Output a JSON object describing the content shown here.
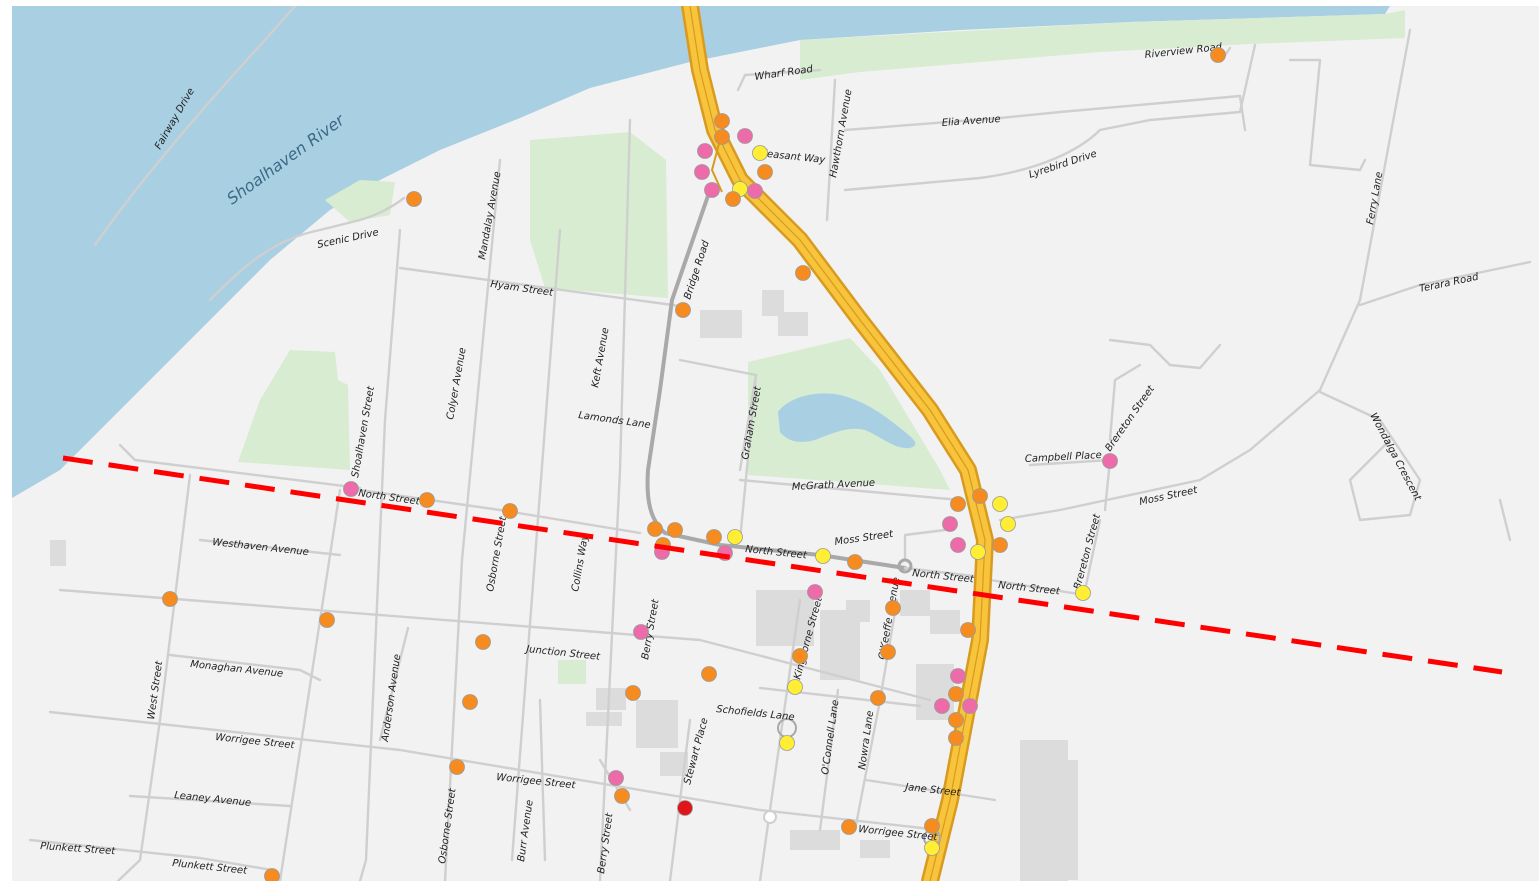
{
  "map": {
    "colors": {
      "land": "#f2f2f2",
      "water": "#a9cfe3",
      "park": "#d7ecd1",
      "building": "#dcdcdc",
      "road": "#cfcfcf",
      "highway_fill": "#f7c43b",
      "highway_edge": "#d89a1f",
      "boundary_line": "#ff0000"
    },
    "river_label": "Shoalhaven River",
    "boundary_line": {
      "style": "dashed",
      "color": "#ff0000"
    },
    "marker_colors": {
      "orange": "#f68b1f",
      "pink": "#ec6ba8",
      "yellow": "#ffee33",
      "red": "#e0151b"
    },
    "street_labels": [
      "Fairway Drive",
      "Scenic Drive",
      "Mandalay Avenue",
      "Hyam Street",
      "Bridge Road",
      "Wharf Road",
      "Pleasant Way",
      "Hawthorn Avenue",
      "Elia Avenue",
      "Lyrebird Drive",
      "Riverview Road",
      "Ferry Lane",
      "Terara Road",
      "Keft Avenue",
      "Lamonds Lane",
      "Colyer Avenue",
      "Shoalhaven Street",
      "Graham Street",
      "McGrath Avenue",
      "Campbell Place",
      "Brereton Street",
      "Moss Street",
      "North Street",
      "North Street",
      "Moss Street",
      "North Street",
      "North Street",
      "Brereton Street",
      "Wondalga Crescent",
      "Westhaven Avenue",
      "Osborne Street",
      "Collins Way",
      "Berry Street",
      "Kinghorne Street",
      "O'Keeffe Avenue",
      "Junction Street",
      "Monaghan Avenue",
      "West Street",
      "Anderson Avenue",
      "Schofields Lane",
      "O'Connell Lane",
      "Nowra Lane",
      "Stewart Place",
      "Worrigee Street",
      "Worrigee Street",
      "Jane Street",
      "Leaney Avenue",
      "Osborne Street",
      "Burr Avenue",
      "Berry Street",
      "Worrigee Street",
      "Plunkett Street",
      "Plunkett Street"
    ],
    "markers": [
      {
        "c": "orange"
      },
      {
        "c": "orange"
      },
      {
        "c": "orange"
      },
      {
        "c": "orange"
      },
      {
        "c": "pink"
      },
      {
        "c": "pink"
      },
      {
        "c": "pink"
      },
      {
        "c": "pink"
      },
      {
        "c": "yellow"
      },
      {
        "c": "pink"
      },
      {
        "c": "orange"
      },
      {
        "c": "yellow"
      },
      {
        "c": "orange"
      },
      {
        "c": "orange"
      },
      {
        "c": "orange"
      },
      {
        "c": "pink"
      },
      {
        "c": "orange"
      },
      {
        "c": "orange"
      },
      {
        "c": "orange"
      },
      {
        "c": "orange"
      },
      {
        "c": "orange"
      },
      {
        "c": "pink"
      },
      {
        "c": "orange"
      },
      {
        "c": "yellow"
      },
      {
        "c": "pink"
      },
      {
        "c": "yellow"
      },
      {
        "c": "orange"
      },
      {
        "c": "orange"
      },
      {
        "c": "orange"
      },
      {
        "c": "yellow"
      },
      {
        "c": "pink"
      },
      {
        "c": "yellow"
      },
      {
        "c": "pink"
      },
      {
        "c": "orange"
      },
      {
        "c": "yellow"
      },
      {
        "c": "orange"
      },
      {
        "c": "pink"
      },
      {
        "c": "yellow"
      },
      {
        "c": "orange"
      },
      {
        "c": "orange"
      },
      {
        "c": "orange"
      },
      {
        "c": "pink"
      },
      {
        "c": "orange"
      },
      {
        "c": "orange"
      },
      {
        "c": "yellow"
      },
      {
        "c": "yellow"
      },
      {
        "c": "orange"
      },
      {
        "c": "orange"
      },
      {
        "c": "orange"
      },
      {
        "c": "pink"
      },
      {
        "c": "pink"
      },
      {
        "c": "pink"
      },
      {
        "c": "orange"
      },
      {
        "c": "orange"
      },
      {
        "c": "orange"
      },
      {
        "c": "pink"
      },
      {
        "c": "orange"
      },
      {
        "c": "orange"
      },
      {
        "c": "red"
      },
      {
        "c": "orange"
      },
      {
        "c": "yellow"
      },
      {
        "c": "orange"
      },
      {
        "c": "orange"
      },
      {
        "c": "orange"
      },
      {
        "c": "pink"
      },
      {
        "c": "orange"
      }
    ]
  }
}
